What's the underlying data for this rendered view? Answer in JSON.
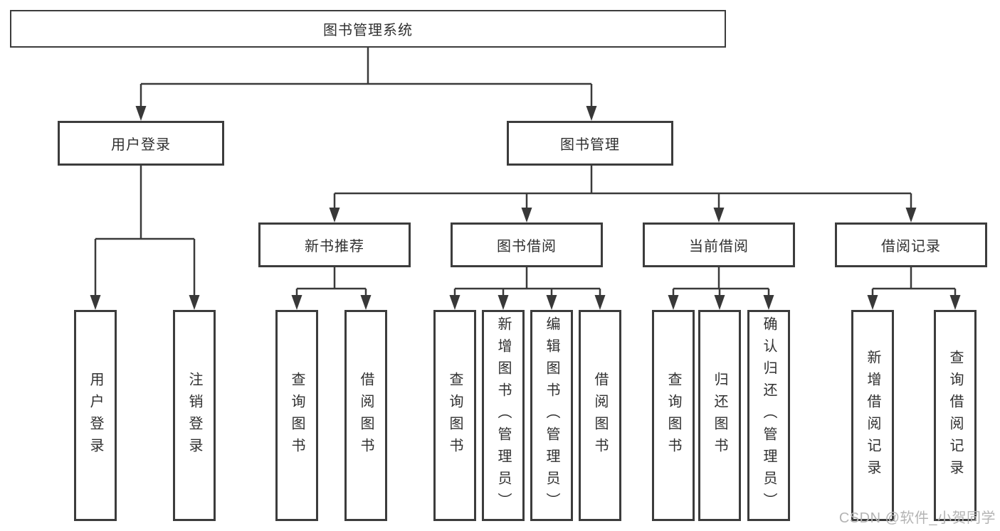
{
  "diagram": {
    "title": "图书管理系统",
    "branches": [
      {
        "label": "用户登录",
        "children": [
          {
            "label": "用户登录"
          },
          {
            "label": "注销登录"
          }
        ]
      },
      {
        "label": "图书管理",
        "children": [
          {
            "label": "新书推荐",
            "children": [
              {
                "label": "查询图书"
              },
              {
                "label": "借阅图书"
              }
            ]
          },
          {
            "label": "图书借阅",
            "children": [
              {
                "label": "查询图书"
              },
              {
                "label": "新增图书（管理员）"
              },
              {
                "label": "编辑图书（管理员）"
              },
              {
                "label": "借阅图书"
              }
            ]
          },
          {
            "label": "当前借阅",
            "children": [
              {
                "label": "查询图书"
              },
              {
                "label": "归还图书"
              },
              {
                "label": "确认归还（管理员）"
              }
            ]
          },
          {
            "label": "借阅记录",
            "children": [
              {
                "label": "新增借阅记录"
              },
              {
                "label": "查询借阅记录"
              }
            ]
          }
        ]
      }
    ]
  },
  "watermark": {
    "text": "CSDN @软件_小贺同学"
  },
  "colors": {
    "background": "#ffffff",
    "line": "#3a3a3a",
    "box_border": "#3c3c3c",
    "text": "#303030",
    "watermark": "#b4b4b4"
  }
}
